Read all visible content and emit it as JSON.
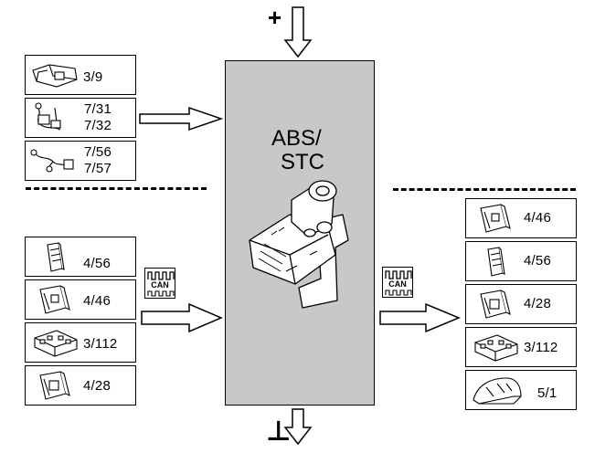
{
  "ecu": {
    "title_line1": "ABS/",
    "title_line2": "STC"
  },
  "power": {
    "positive_symbol": "+",
    "ground_symbol": "⊥"
  },
  "can_badge": {
    "label": "CAN"
  },
  "left_top_components": [
    {
      "icon": "switch-connector-icon",
      "labels": [
        "3/9"
      ]
    },
    {
      "icon": "wheel-sensor-cable-icon",
      "labels": [
        "7/31",
        "7/32"
      ]
    },
    {
      "icon": "wheel-sensor-harness-icon",
      "labels": [
        "7/56",
        "7/57"
      ]
    }
  ],
  "left_bottom_components": [
    {
      "icon": "control-module-icon",
      "labels": [
        "4/56"
      ]
    },
    {
      "icon": "control-module-icon",
      "labels": [
        "4/46"
      ]
    },
    {
      "icon": "relay-fuse-box-icon",
      "labels": [
        "3/112"
      ]
    },
    {
      "icon": "control-module-icon",
      "labels": [
        "4/28"
      ]
    }
  ],
  "right_components": [
    {
      "icon": "control-module-icon",
      "labels": [
        "4/46"
      ]
    },
    {
      "icon": "control-module-icon",
      "labels": [
        "4/56"
      ]
    },
    {
      "icon": "control-module-icon",
      "labels": [
        "4/28"
      ]
    },
    {
      "icon": "relay-fuse-box-icon",
      "labels": [
        "3/112"
      ]
    },
    {
      "icon": "instrument-cluster-icon",
      "labels": [
        "5/1"
      ]
    }
  ]
}
